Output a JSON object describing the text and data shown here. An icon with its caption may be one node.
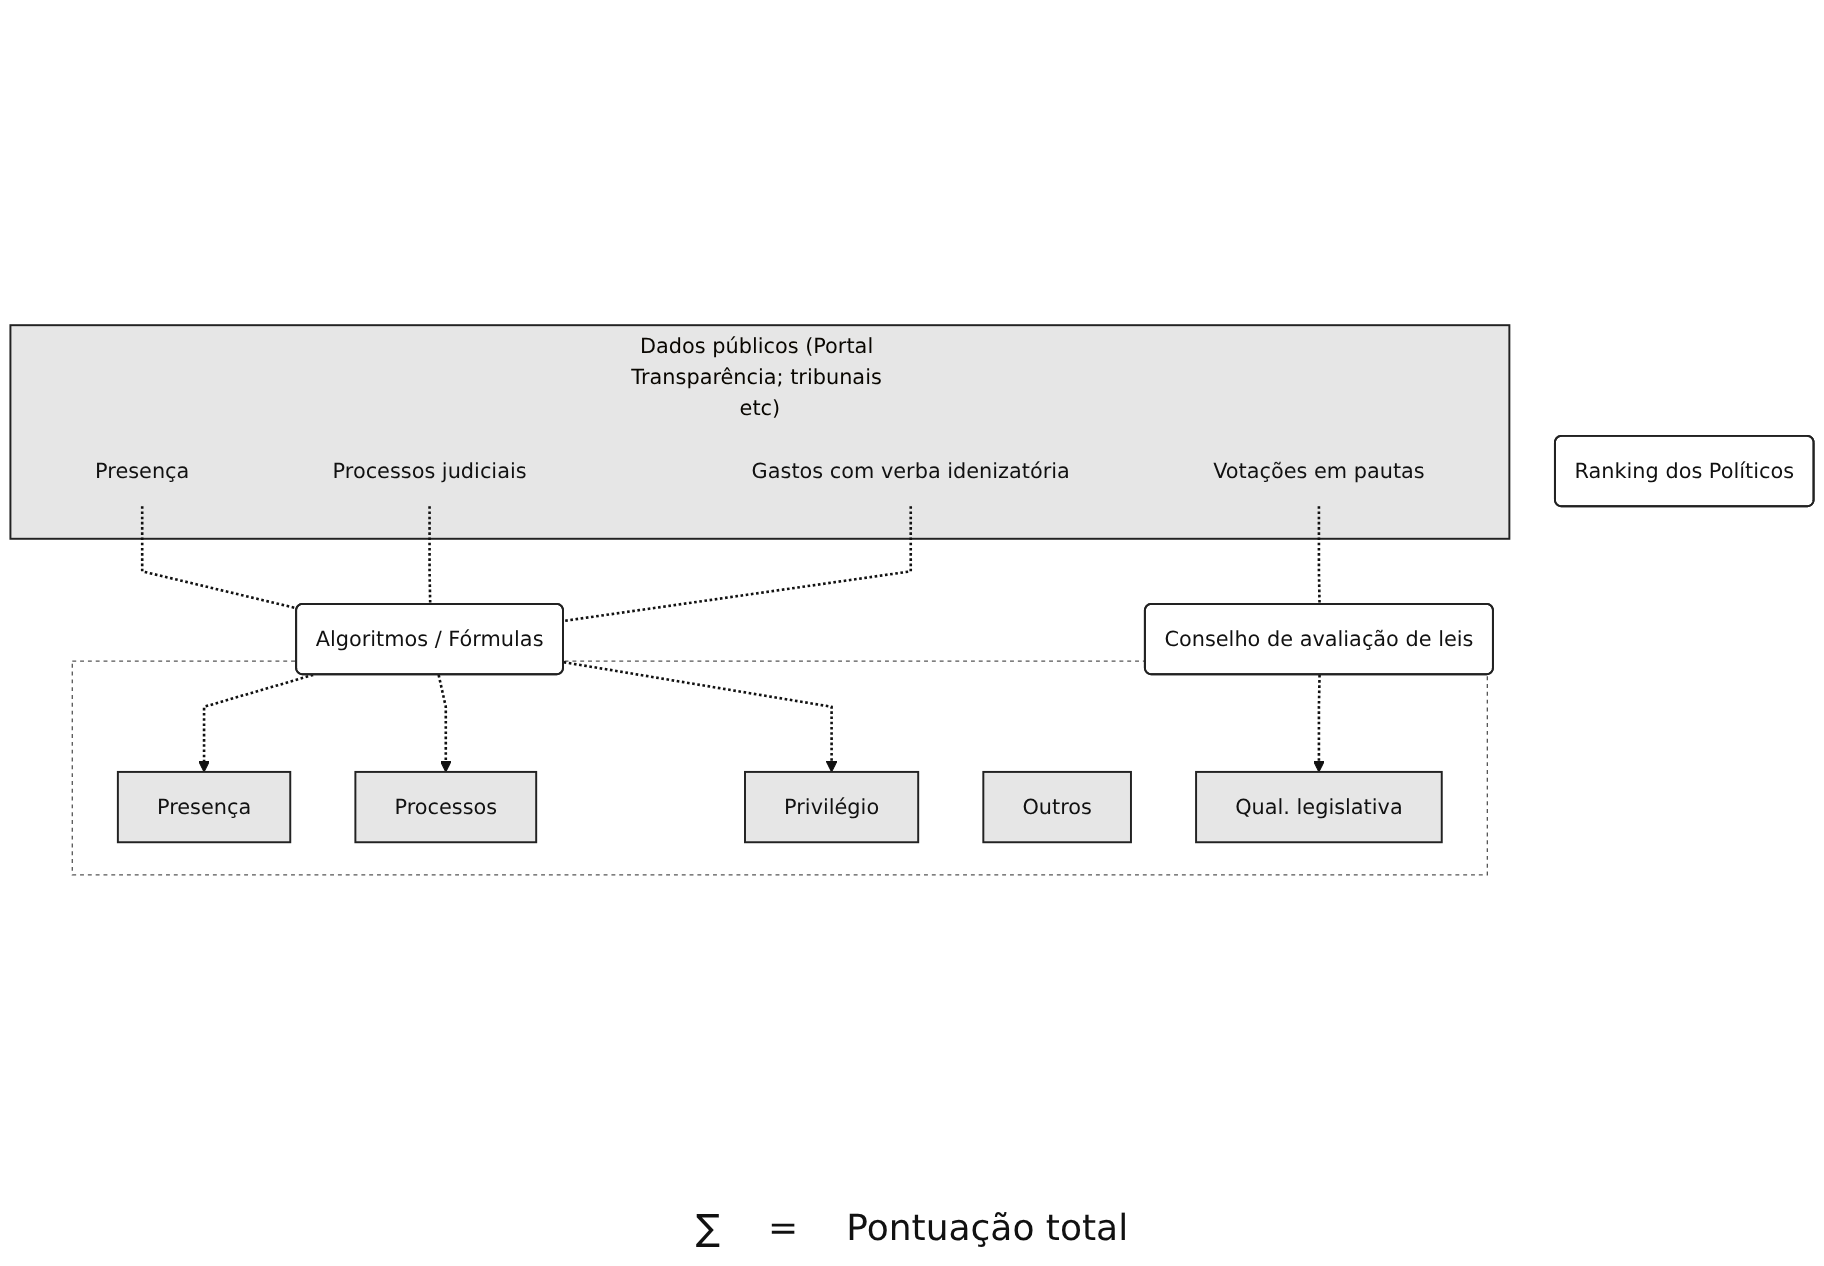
{
  "diagram": {
    "nodes": [
      {
        "text": [
          "Ranking dos Políticos"
        ]
      },
      {
        "text": [
          "Dados públicos (Portal Transparência; tribunais etc)"
        ]
      },
      {
        "text": [
          "Presença"
        ],
        "in": 1
      },
      {
        "text": [
          "Processos judiciais"
        ],
        "in": 1
      },
      {
        "text": [
          "Gastos com verba idenizatória"
        ],
        "in": 1
      },
      {
        "text": [
          "Votações em pautas"
        ],
        "in": 1
      },
      {
        "text": [
          "Algoritmos / Fórmulas"
        ]
      },
      {
        "text": [
          "Conselho de avaliação de leis"
        ]
      },
      {
        "text": [],
        "shape": "box"
      },
      {
        "text": [
          "Presença"
        ],
        "in": 8
      },
      {
        "text": [
          "Processos"
        ],
        "in": 8
      },
      {
        "text": [
          "Privilégio"
        ],
        "in": 8
      },
      {
        "text": [
          "Outros"
        ],
        "in": 8
      },
      {
        "text": [
          "Qual. legislativa"
        ],
        "in": 8
      }
    ],
    "edges": [
      {
        "from": 2,
        "to": 6,
        "arrow": "none",
        "style": "dashed"
      },
      {
        "from": 3,
        "to": 6,
        "arrow": "none",
        "style": "dashed"
      },
      {
        "from": 4,
        "to": 6,
        "arrow": "none",
        "style": "dashed"
      },
      {
        "from": 5,
        "to": 7,
        "arrow": "none",
        "style": "dashed"
      },
      {
        "from": 6,
        "to": 9,
        "arrow": "to",
        "style": "dashed"
      },
      {
        "from": 6,
        "to": 10,
        "arrow": "to",
        "style": "dashed"
      },
      {
        "from": 6,
        "to": 11,
        "arrow": "to",
        "style": "dashed"
      },
      {
        "from": 7,
        "to": 13,
        "arrow": "to",
        "style": "dashed"
      }
    ],
    "labels": [
      "∑",
      "=",
      "Pontuação total"
    ]
  }
}
